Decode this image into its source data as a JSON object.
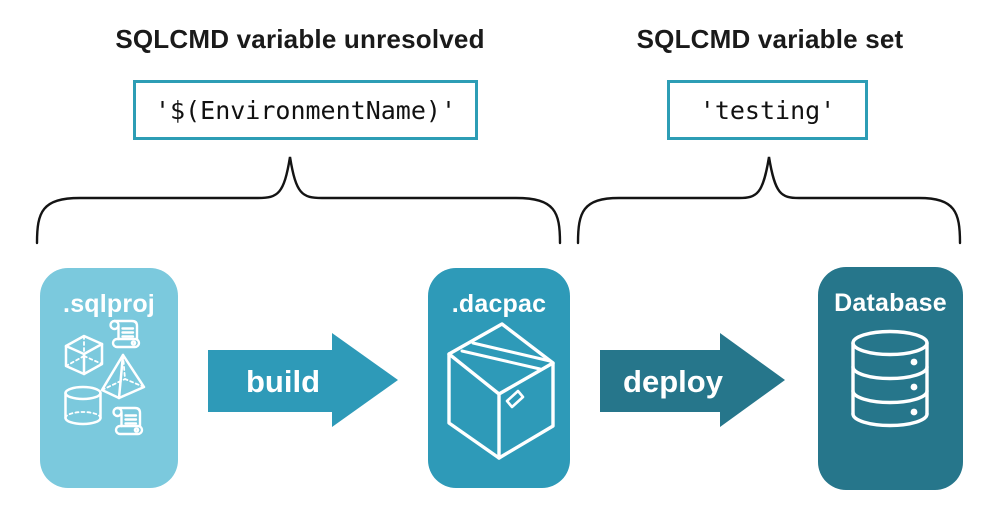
{
  "annotations": {
    "unresolved": {
      "heading": "SQLCMD variable unresolved",
      "code": "'$(EnvironmentName)'"
    },
    "set": {
      "heading": "SQLCMD variable set",
      "code": "'testing'"
    }
  },
  "pipeline": {
    "stages": [
      {
        "label": ".sqlproj"
      },
      {
        "label": ".dacpac"
      },
      {
        "label": "Database"
      }
    ],
    "arrows": [
      {
        "label": "build"
      },
      {
        "label": "deploy"
      }
    ]
  },
  "colors": {
    "sqlproj_card": "#7BC9DD",
    "dacpac_card": "#2E9AB8",
    "database_card": "#26768B",
    "build_arrow": "#2E9AB8",
    "deploy_arrow": "#26768B",
    "code_box_border": "#2D9DB5",
    "heading_text": "#1A1A1A",
    "brace_stroke": "#141414",
    "icon_stroke": "#FFFFFF"
  }
}
